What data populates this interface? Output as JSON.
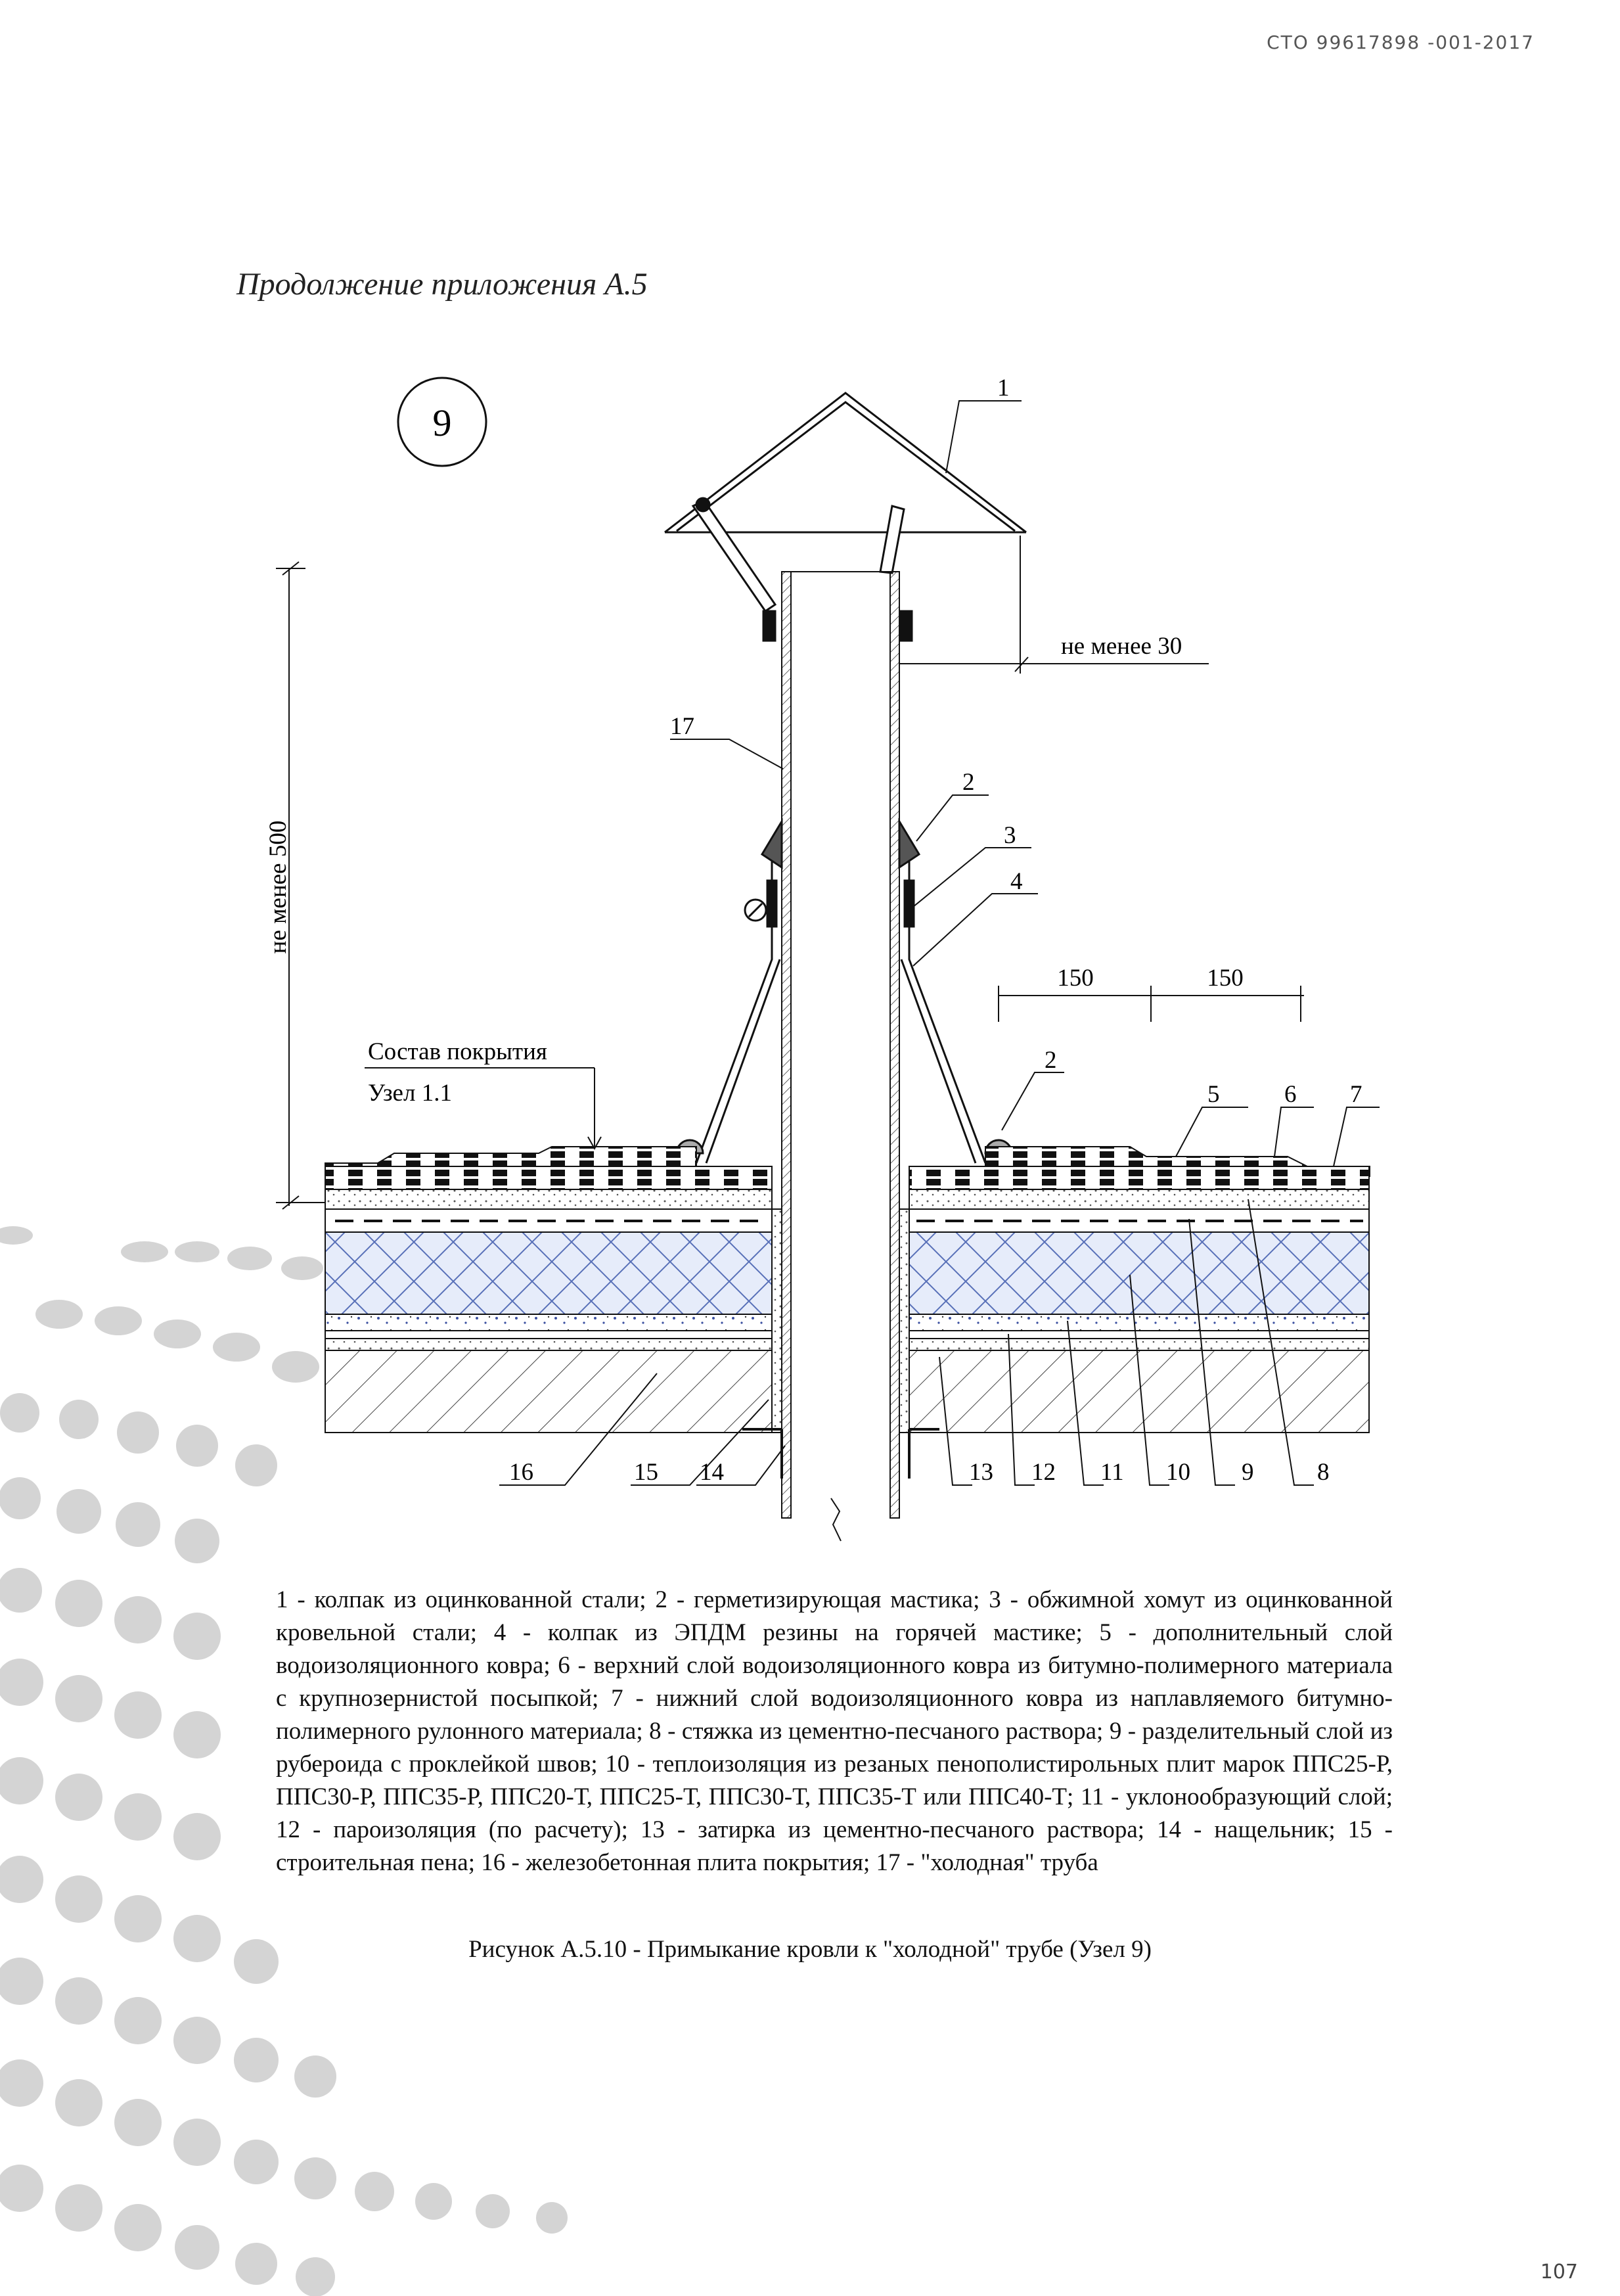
{
  "header": {
    "doc_code": "СТО 99617898 -001-2017"
  },
  "section_title": "Продолжение приложения А.5",
  "figure": {
    "node_number": "9",
    "dim_height": "не менее 500",
    "dim_gap": "не менее 30",
    "dim_150_a": "150",
    "dim_150_b": "150",
    "coating_label_1": "Состав покрытия",
    "coating_label_2": "Узел 1.1",
    "callouts": [
      "1",
      "2",
      "3",
      "4",
      "2",
      "5",
      "6",
      "7",
      "17",
      "16",
      "15",
      "14",
      "13",
      "12",
      "11",
      "10",
      "9",
      "8"
    ]
  },
  "legend": "1 - колпак из оцинкованной стали; 2 - герметизирующая мастика; 3 - обжимной хомут из оцинкованной кровельной стали; 4 - колпак из ЭПДМ резины на горячей мастике; 5 - дополнительный слой водоизоляционного ковра; 6 - верхний слой водоизоляционного ковра из битумно-полимерного материала с крупнозернистой посыпкой; 7 - нижний слой водоизоляционного ковра из наплавляемого битумно-полимерного рулонного материала; 8 - стяжка из цементно-песчаного раствора; 9 - разделительный слой из рубероида с проклейкой швов; 10 - теплоизоляция из резаных пенополистирольных плит марок ППС25-Р, ППС30-Р, ППС35-Р, ППС20-Т, ППС25-Т, ППС30-Т, ППС35-Т или ППС40-Т; 11 - уклонообразующий слой; 12 - пароизоляция (по расчету); 13 - затирка из цементно-песчаного раствора; 14 - нащельник; 15 - строительная пена; 16 - железобетонная плита покрытия;  17 - \"холодная\" труба",
  "caption": "Рисунок А.5.10 - Примыкание кровли к \"холодной\" трубе (Узел 9)",
  "page_number": "107",
  "colors": {
    "line": "#1a1a1a",
    "insulation_fill": "#e6ecfa",
    "insulation_hatch": "#5870b8",
    "dots_light": "#d4d4d4",
    "dots_dark": "#bcbcbc"
  }
}
